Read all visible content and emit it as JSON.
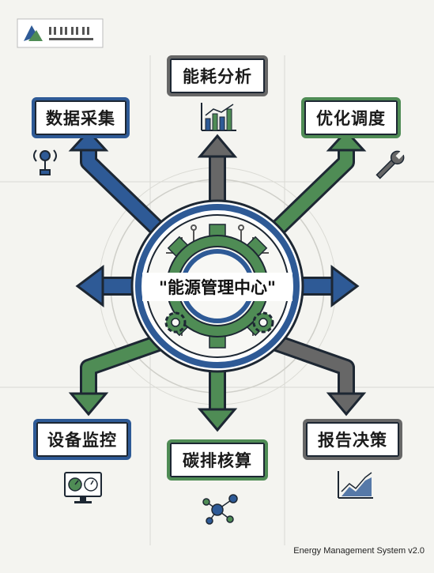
{
  "center": {
    "label": "\"能源管理中心\""
  },
  "modules": {
    "data_collection": "数据采集",
    "energy_analysis": "能耗分析",
    "optimization": "优化调度",
    "equipment_monitoring": "设备监控",
    "carbon_accounting": "碳排核算",
    "reporting": "报告决策"
  },
  "footer": {
    "version": "Energy Management System v2.0"
  },
  "colors": {
    "blue": "#2e5a96",
    "gray": "#676767",
    "green": "#4f8c55",
    "dark": "#1d2733",
    "background": "#f4f4f0"
  },
  "icons": [
    "logo-icon",
    "sensor-icon",
    "bar-chart-icon",
    "wrench-icon",
    "gauge-monitor-icon",
    "network-nodes-icon",
    "line-chart-icon",
    "gear-icon"
  ]
}
